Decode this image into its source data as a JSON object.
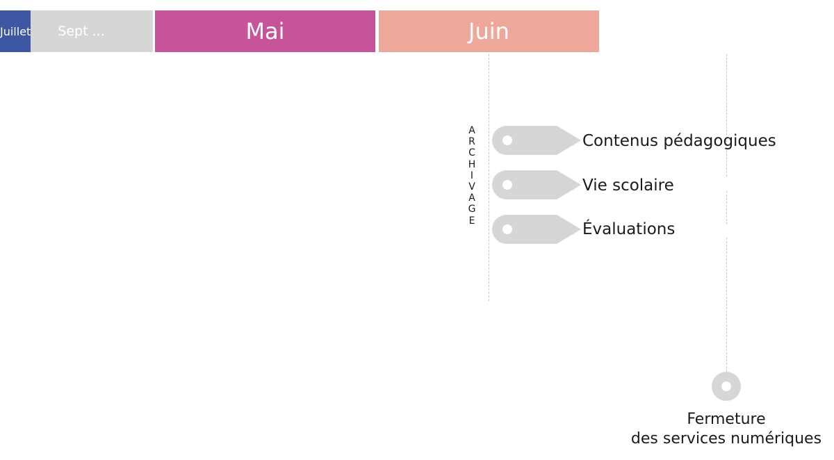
{
  "timeline": {
    "months": [
      {
        "label": "Sept ...",
        "color": "#d6d6d6"
      },
      {
        "label": "Mai",
        "color": "#c7549a"
      },
      {
        "label": "Juin",
        "color": "#eea89b"
      },
      {
        "label": "Juillet",
        "color": "#3d57a3"
      }
    ]
  },
  "archivage": {
    "letters": [
      "A",
      "R",
      "C",
      "H",
      "I",
      "V",
      "A",
      "G",
      "E"
    ]
  },
  "tags": [
    {
      "label": "Contenus pédagogiques"
    },
    {
      "label": "Vie scolaire"
    },
    {
      "label": "Évaluations"
    }
  ],
  "closing": {
    "line1": "Fermeture",
    "line2": "des services numériques"
  },
  "colors": {
    "tag_fill": "#d6d6d6",
    "dot_fill": "#ffffff"
  }
}
